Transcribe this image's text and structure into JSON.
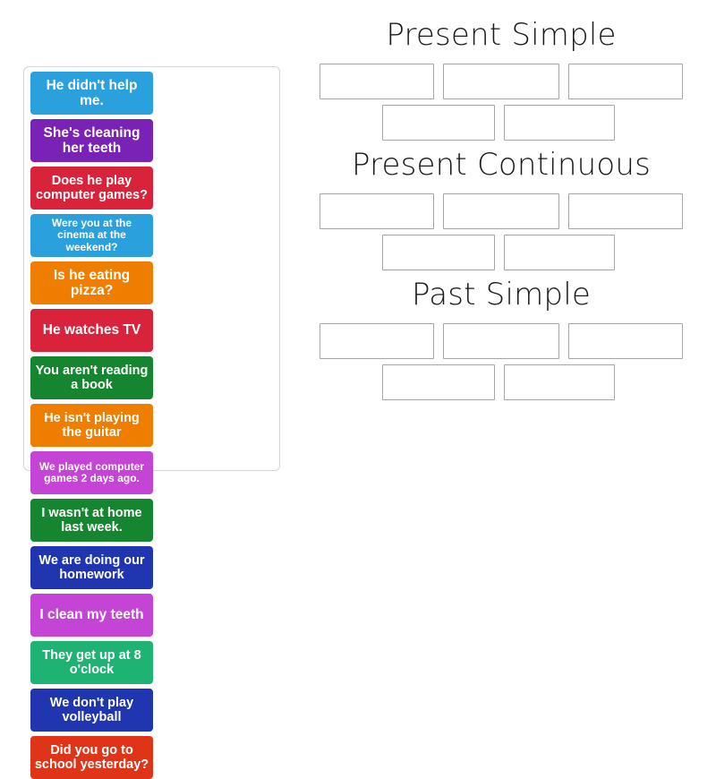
{
  "activity": {
    "type": "group-sort",
    "tile_text_color": "#ffffff",
    "panel_border_color": "#d5d5d5",
    "drop_box_border_color": "#a6a6a6",
    "background_color": "#ffffff"
  },
  "tiles": [
    {
      "text": "He didn't help me.",
      "color": "#2aa0dd",
      "size": "s-lg"
    },
    {
      "text": "She's cleaning her teeth",
      "color": "#7a22b5",
      "size": "s-lg"
    },
    {
      "text": "Does he play computer games?",
      "color": "#d9233b",
      "size": "s-md"
    },
    {
      "text": "Were you at the cinema at the weekend?",
      "color": "#2aa0dd",
      "size": "s-sm"
    },
    {
      "text": "Is he eating pizza?",
      "color": "#ef7d00",
      "size": "s-lg"
    },
    {
      "text": "He watches TV",
      "color": "#d9233b",
      "size": "s-lg"
    },
    {
      "text": "You aren't reading a book",
      "color": "#15852f",
      "size": "s-md"
    },
    {
      "text": "He isn't playing the guitar",
      "color": "#ef7d00",
      "size": "s-md"
    },
    {
      "text": "We played computer games 2 days ago.",
      "color": "#c444d5",
      "size": "s-sm"
    },
    {
      "text": "I wasn't at home last week.",
      "color": "#15852f",
      "size": "s-md"
    },
    {
      "text": "We are doing our homework",
      "color": "#2036b0",
      "size": "s-md"
    },
    {
      "text": "I clean my teeth",
      "color": "#c444d5",
      "size": "s-lg"
    },
    {
      "text": "They get up at 8 o'clock",
      "color": "#1fb373",
      "size": "s-md"
    },
    {
      "text": "We don't play volleyball",
      "color": "#2036b0",
      "size": "s-md"
    },
    {
      "text": "Did you go to school yesterday?",
      "color": "#e03419",
      "size": "s-md"
    }
  ],
  "categories": [
    {
      "title": "Present Simple",
      "rows": [
        [
          {
            "width": "w-128"
          },
          {
            "width": "w-130"
          },
          {
            "width": "w-128"
          }
        ],
        [
          {
            "width": "w-126"
          },
          {
            "width": "w-124"
          }
        ]
      ]
    },
    {
      "title": "Present Continuous",
      "rows": [
        [
          {
            "width": "w-128"
          },
          {
            "width": "w-130"
          },
          {
            "width": "w-128"
          }
        ],
        [
          {
            "width": "w-126"
          },
          {
            "width": "w-124"
          }
        ]
      ]
    },
    {
      "title": "Past Simple",
      "rows": [
        [
          {
            "width": "w-128"
          },
          {
            "width": "w-130"
          },
          {
            "width": "w-128"
          }
        ],
        [
          {
            "width": "w-126"
          },
          {
            "width": "w-124"
          }
        ]
      ]
    }
  ]
}
